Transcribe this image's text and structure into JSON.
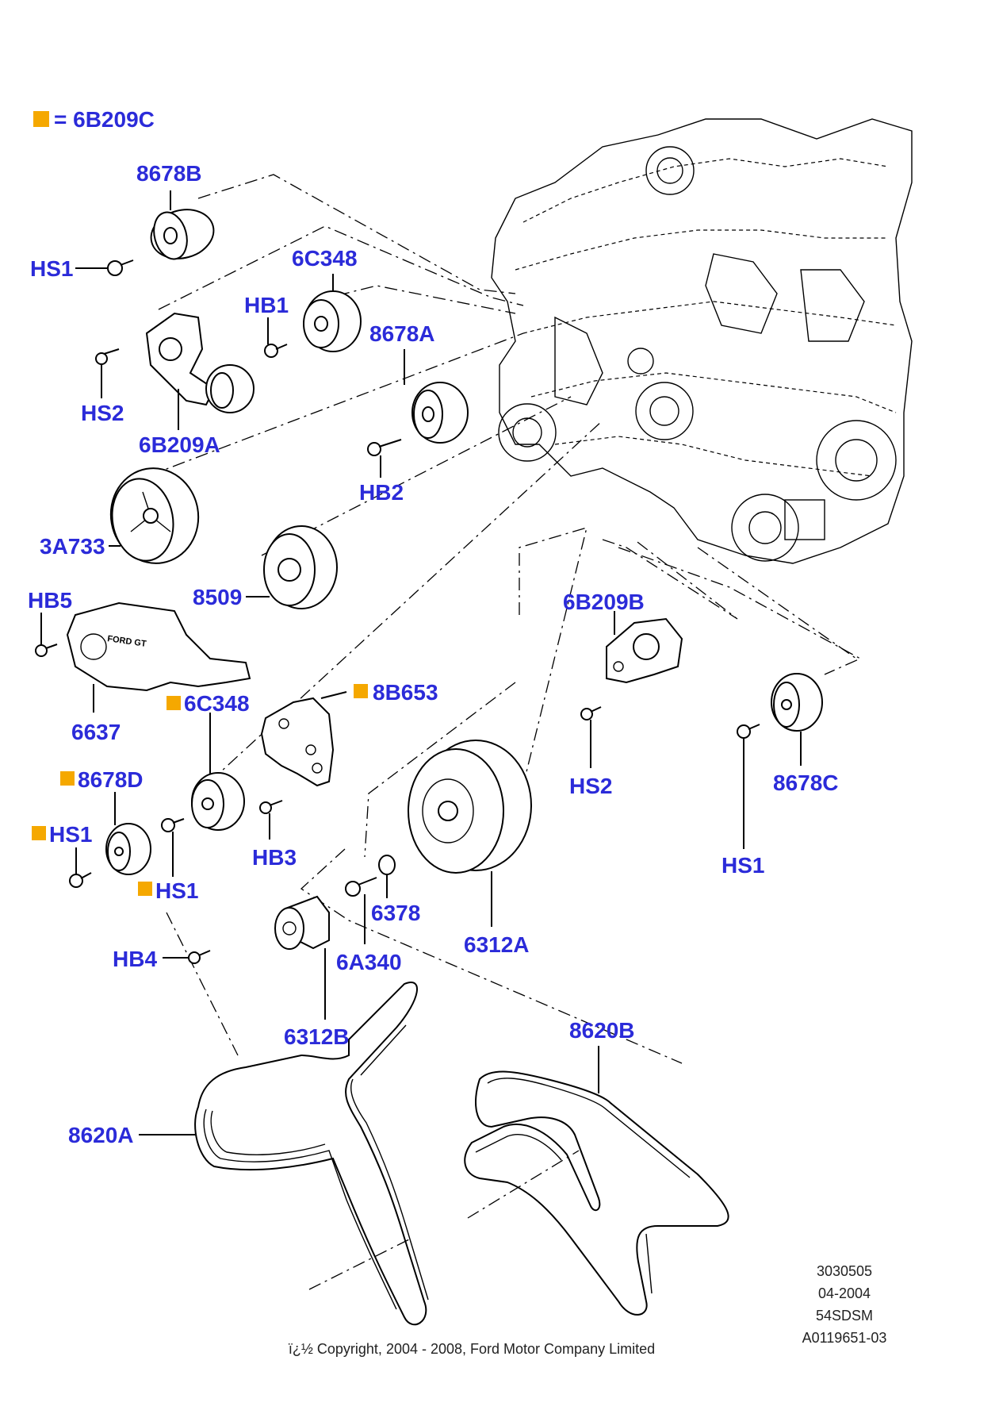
{
  "legend": {
    "marker_color": "#f5a800",
    "text": "= 6B209C"
  },
  "callouts": {
    "c8678B": "8678B",
    "cHS1a": "HS1",
    "c6C348a": "6C348",
    "cHB1": "HB1",
    "cHS2a": "HS2",
    "c6B209A": "6B209A",
    "c8678A": "8678A",
    "cHB2": "HB2",
    "c3A733": "3A733",
    "c8509": "8509",
    "cHB5": "HB5",
    "c6637": "6637",
    "c6C348b": "6C348",
    "c8B653": "8B653",
    "c8678D": "8678D",
    "cHS1b": "HS1",
    "cHS1c": "HS1",
    "cHB3": "HB3",
    "c6B209B": "6B209B",
    "cHS2b": "HS2",
    "c8678C": "8678C",
    "cHS1d": "HS1",
    "c6378": "6378",
    "c6A340": "6A340",
    "c6312A": "6312A",
    "cHB4": "HB4",
    "c6312B": "6312B",
    "c8620B": "8620B",
    "c8620A": "8620A"
  },
  "info_block": [
    "3030505",
    "04-2004",
    "54SDSM",
    "A0119651-03"
  ],
  "copyright": "ï¿½ Copyright, 2004 - 2008, Ford Motor Company Limited",
  "cover_logo": "FORD GT",
  "colors": {
    "callout": "#2b2bd9",
    "marker": "#f5a800",
    "line": "#000000"
  }
}
